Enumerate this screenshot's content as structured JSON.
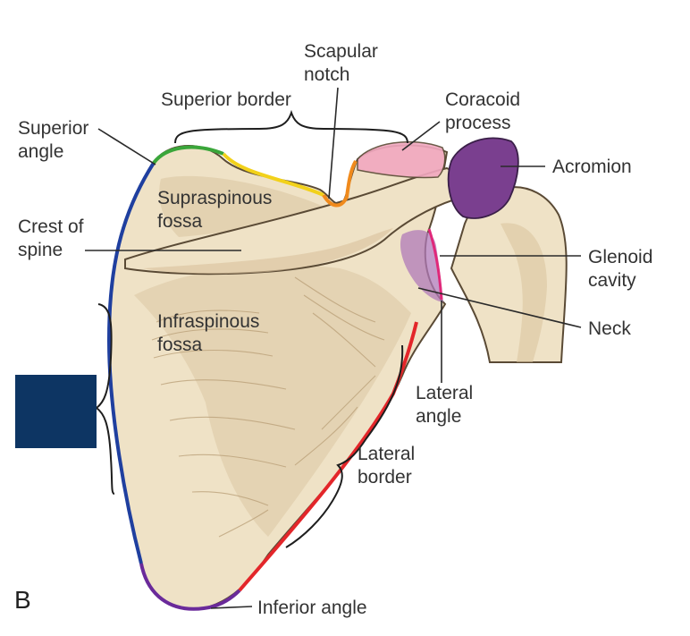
{
  "figure": {
    "panel_letter": "B",
    "colors": {
      "bone": "#efe2c6",
      "bone_shadow": "#d8c29c",
      "bone_outline": "#5a4a35",
      "superior_angle": "#3aa63a",
      "superior_border": "#f2d11a",
      "scapular_notch": "#f08a1c",
      "coracoid_process": "#f2a8c0",
      "acromion": "#7a3f8f",
      "medial_border": "#1f3f9f",
      "lateral_border": "#e3262a",
      "inferior_angle": "#6a2a9a",
      "glenoid_cavity": "#b07ab8",
      "glenoid_rim": "#e0287a",
      "hidden_box": "#0d3563"
    },
    "labels": {
      "superior_angle": [
        "Superior",
        "angle"
      ],
      "superior_border": "Superior border",
      "scapular_notch": [
        "Scapular",
        "notch"
      ],
      "coracoid_process": [
        "Coracoid",
        "process"
      ],
      "acromion": "Acromion",
      "crest_of_spine": [
        "Crest of",
        "spine"
      ],
      "supraspinous_fossa": [
        "Supraspinous",
        "fossa"
      ],
      "infraspinous_fossa": [
        "Infraspinous",
        "fossa"
      ],
      "glenoid_cavity": [
        "Glenoid",
        "cavity"
      ],
      "neck": "Neck",
      "lateral_angle": [
        "Lateral",
        "angle"
      ],
      "lateral_border": [
        "Lateral",
        "border"
      ],
      "inferior_angle": "Inferior angle"
    }
  }
}
